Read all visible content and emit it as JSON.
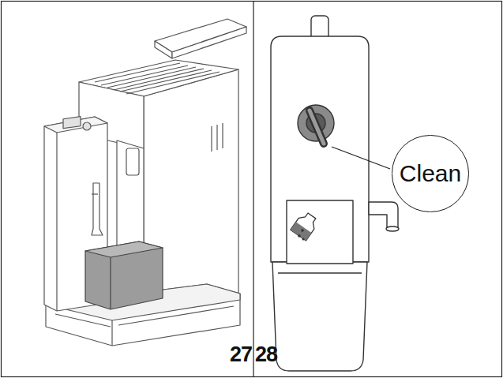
{
  "diagram": {
    "nodes": [
      {
        "text": [
          "Clean"
        ]
      }
    ],
    "labels": [
      "27",
      "28"
    ]
  }
}
